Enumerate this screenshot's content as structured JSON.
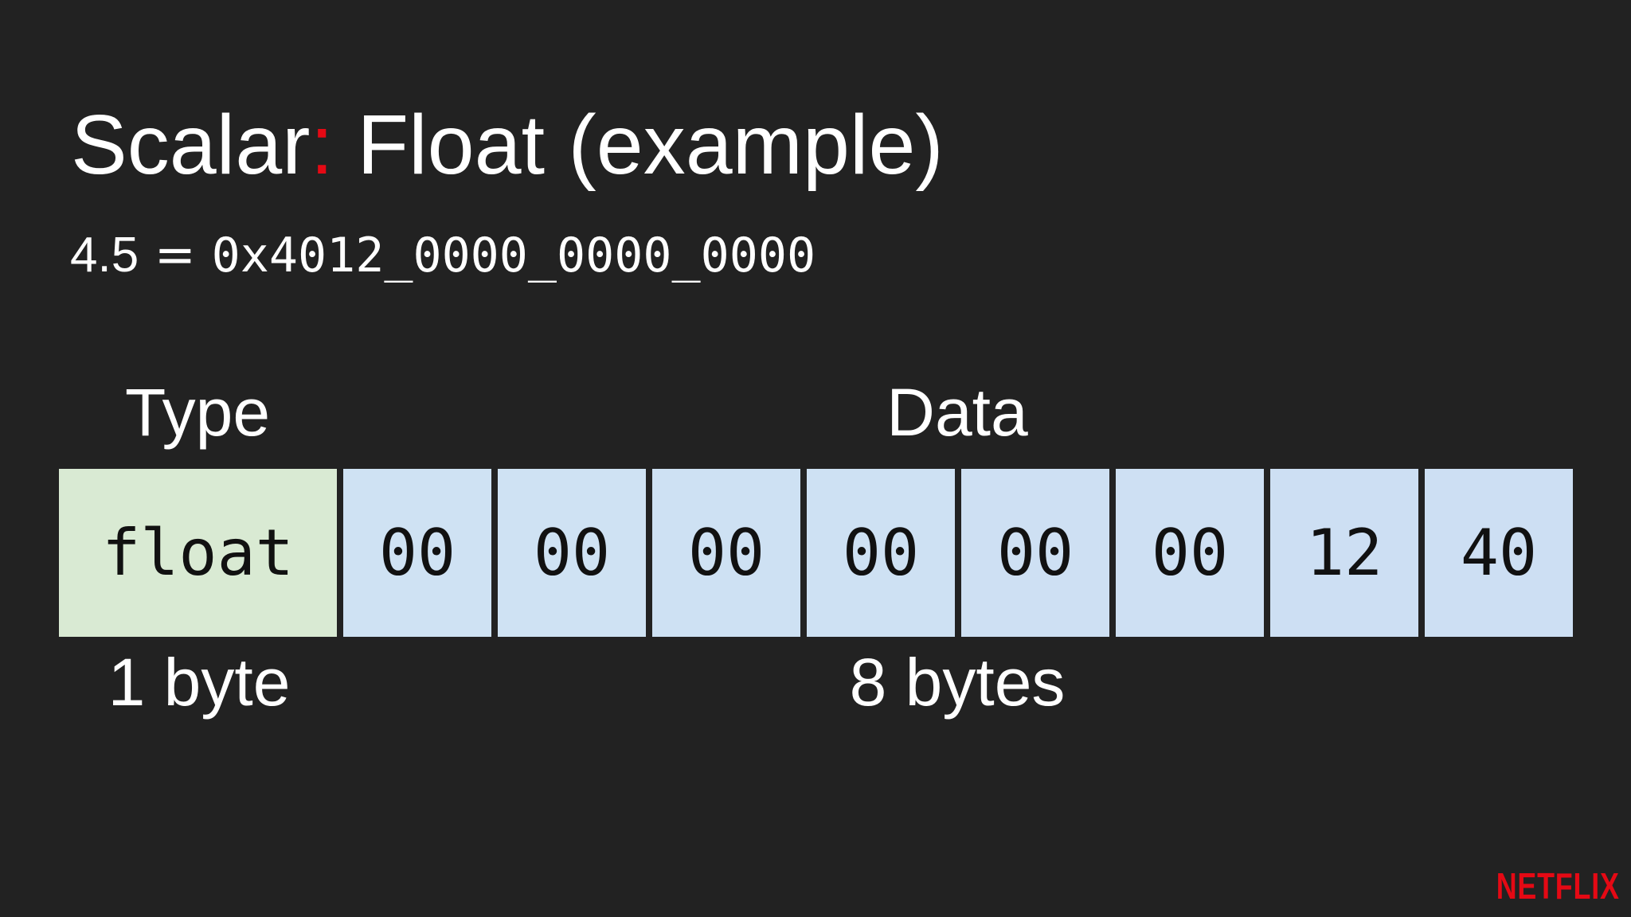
{
  "title": {
    "prefix": "Scalar",
    "colon": ":",
    "rest": " Float (example)"
  },
  "subtitle": {
    "value": "4.5",
    "equals": " = ",
    "hex": "0x4012_0000_0000_0000"
  },
  "diagram": {
    "type_header": "Type",
    "data_header": "Data",
    "type_cell": "float",
    "data_cells": [
      "00",
      "00",
      "00",
      "00",
      "00",
      "00",
      "12",
      "40"
    ],
    "type_size": "1 byte",
    "data_size": "8 bytes"
  },
  "colors": {
    "background": "#222222",
    "accent": "#e50914",
    "type_cell": "#d9ead3",
    "data_cell_start": "#cfe2f3",
    "data_cell_end": "#cddff3"
  },
  "brand": {
    "logo_text": "NETFLIX"
  }
}
